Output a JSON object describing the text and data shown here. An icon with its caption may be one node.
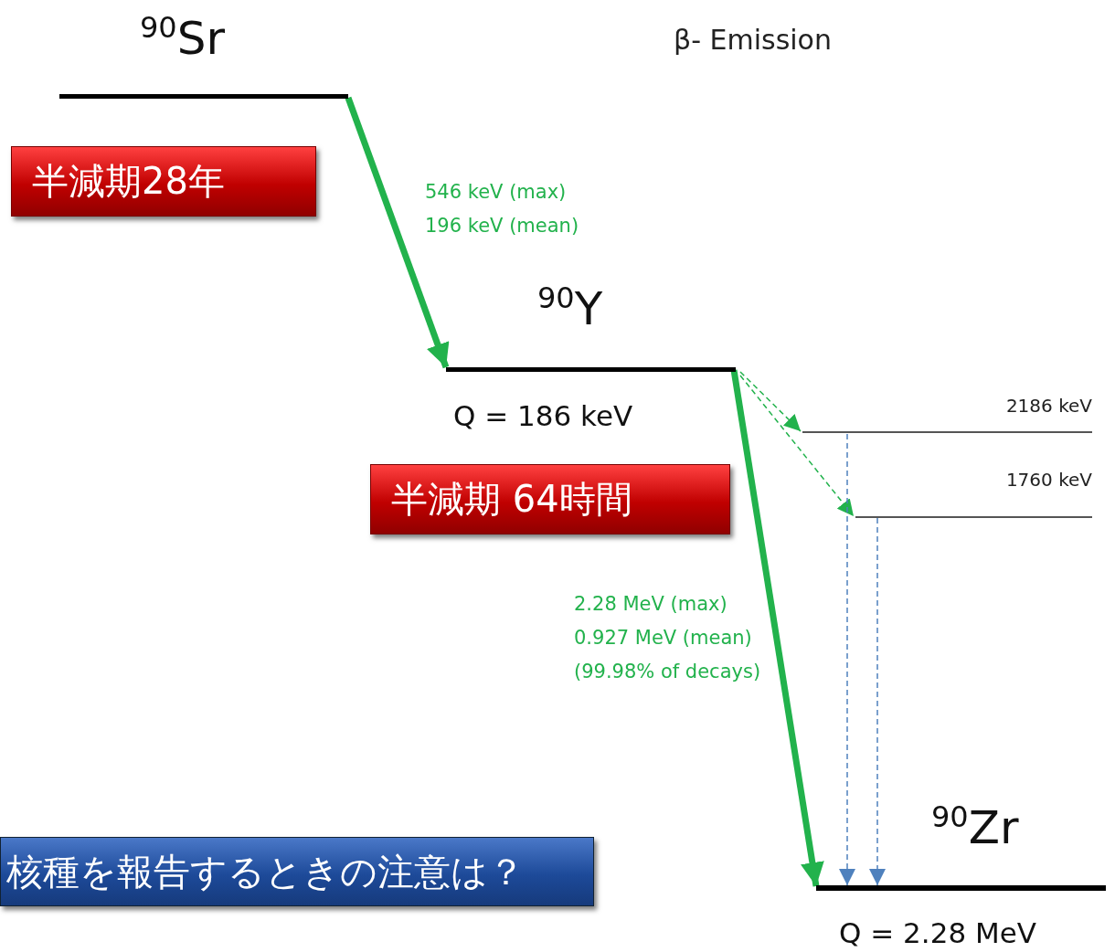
{
  "diagram": {
    "title": "β- Emission",
    "nodes": [
      {
        "text": [
          "$^{90}$Sr"
        ]
      },
      {
        "text": [
          "$^{90}$Y"
        ],
        "beside": [
          "Q = 186 keV"
        ]
      },
      {
        "text": [
          "2186 keV"
        ]
      },
      {
        "text": [
          "1760 keV"
        ]
      },
      {
        "text": [
          "$^{90}$Zr"
        ],
        "beside": [
          "Q = 2.28 MeV"
        ]
      },
      {
        "text": [
          "半減期28年"
        ]
      },
      {
        "text": [
          "半減期 64時間"
        ]
      },
      {
        "text": [
          "核種を報告するときの注意は？"
        ]
      }
    ],
    "edges": [
      {
        "from": 0,
        "to": 1,
        "arrow": "to",
        "style": "thick",
        "label": "546 keV (max) 196 keV (mean)"
      },
      {
        "from": 1,
        "to": 4,
        "arrow": "to",
        "style": "thick",
        "label": "2.28 MeV (max) 0.927 MeV (mean) (99.98% of decays)"
      },
      {
        "from": 1,
        "to": 2,
        "arrow": "to",
        "style": "dashed"
      },
      {
        "from": 1,
        "to": 3,
        "arrow": "to",
        "style": "dashed"
      },
      {
        "from": 2,
        "to": 4,
        "arrow": "to",
        "style": "dashed",
        "color": "#4f81bd"
      },
      {
        "from": 3,
        "to": 4,
        "arrow": "to",
        "style": "dashed",
        "color": "#4f81bd"
      }
    ]
  }
}
